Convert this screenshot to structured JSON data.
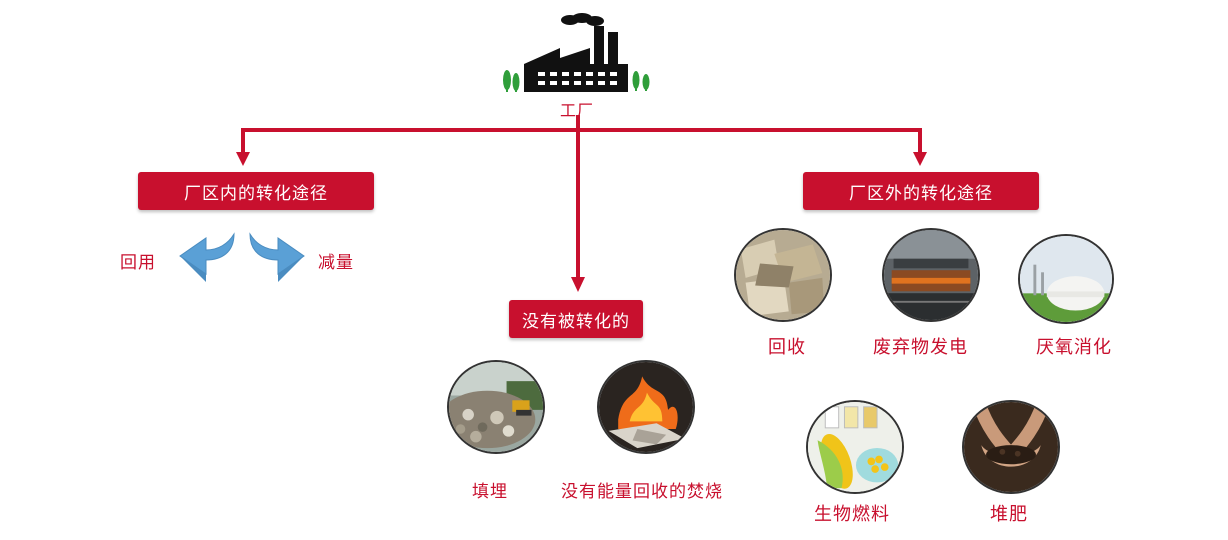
{
  "root": {
    "label": "工厂",
    "icon": "factory-icon"
  },
  "branches": {
    "inside": {
      "label": "厂区内的转化途径",
      "items": [
        {
          "label": "回用",
          "icon": "arrow-left-icon"
        },
        {
          "label": "减量",
          "icon": "arrow-right-icon"
        }
      ]
    },
    "unconverted": {
      "label": "没有被转化的",
      "items": [
        {
          "label": "填埋",
          "icon": "landfill-photo"
        },
        {
          "label": "没有能量回收的焚烧",
          "icon": "burning-photo"
        }
      ]
    },
    "outside": {
      "label": "厂区外的转化途径",
      "items": [
        {
          "label": "回收",
          "icon": "recycling-photo"
        },
        {
          "label": "废弃物发电",
          "icon": "waste-to-energy-photo"
        },
        {
          "label": "厌氧消化",
          "icon": "anaerobic-digestion-photo"
        },
        {
          "label": "生物燃料",
          "icon": "biofuel-photo"
        },
        {
          "label": "堆肥",
          "icon": "compost-photo"
        }
      ]
    }
  },
  "colors": {
    "accent": "#c8102e",
    "arrow_blue": "#5aa0d6"
  }
}
